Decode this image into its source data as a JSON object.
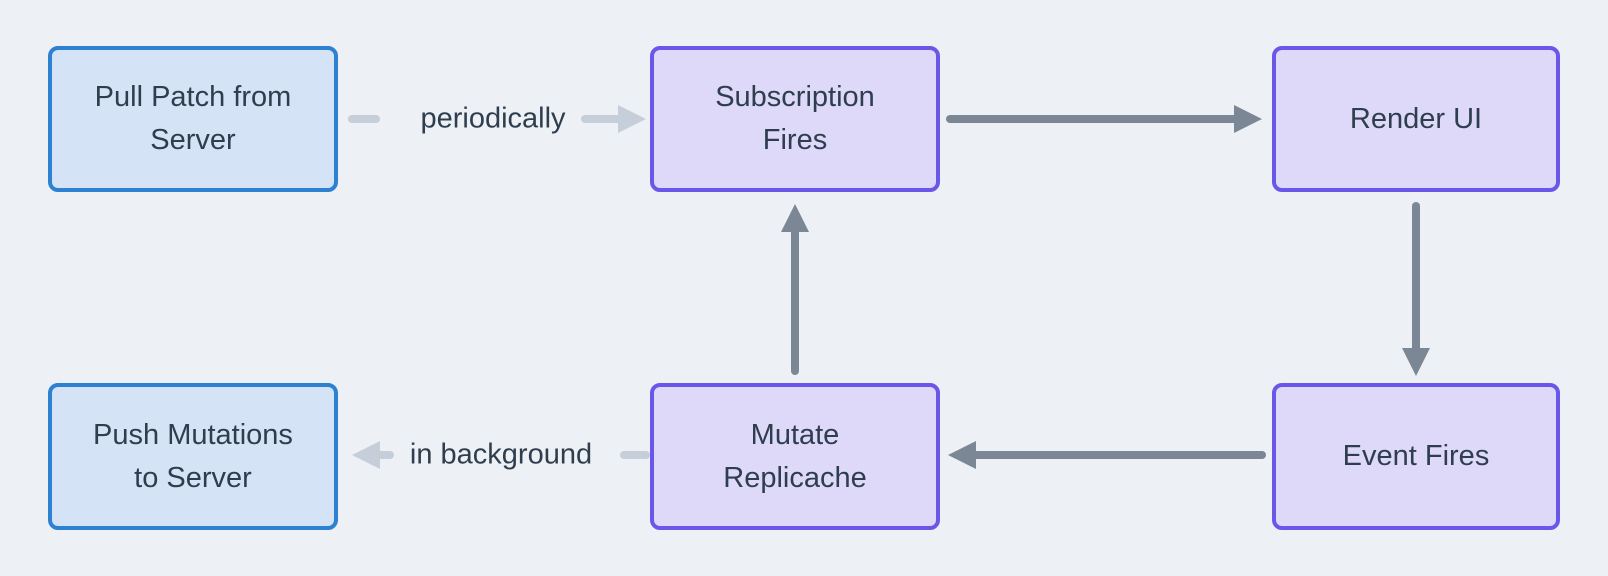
{
  "diagram": {
    "title": "",
    "nodes": [
      {
        "id": "pull",
        "label": "Pull Patch from\nServer",
        "type": "server"
      },
      {
        "id": "subscription",
        "label": "Subscription\nFires",
        "type": "client"
      },
      {
        "id": "render",
        "label": "Render UI",
        "type": "client"
      },
      {
        "id": "push",
        "label": "Push Mutations\nto Server",
        "type": "server"
      },
      {
        "id": "mutate",
        "label": "Mutate\nReplicache",
        "type": "client"
      },
      {
        "id": "event",
        "label": "Event Fires",
        "type": "client"
      }
    ],
    "edges": [
      {
        "from": "pull",
        "to": "subscription",
        "label": "periodically",
        "style": "muted"
      },
      {
        "from": "subscription",
        "to": "render",
        "label": "",
        "style": "solid"
      },
      {
        "from": "render",
        "to": "event",
        "label": "",
        "style": "solid"
      },
      {
        "from": "event",
        "to": "mutate",
        "label": "",
        "style": "solid"
      },
      {
        "from": "mutate",
        "to": "subscription",
        "label": "",
        "style": "solid"
      },
      {
        "from": "mutate",
        "to": "push",
        "label": "in background",
        "style": "muted"
      }
    ]
  },
  "colors": {
    "background": "#edf1f5",
    "server_node_fill": "#d4e4f6",
    "server_node_border": "#2e80d2",
    "client_node_fill": "#ded9f9",
    "client_node_border": "#6a57e9",
    "text": "#2f3e4e",
    "arrow": "#7b8794",
    "muted_arrow": "#c6cfd9"
  }
}
